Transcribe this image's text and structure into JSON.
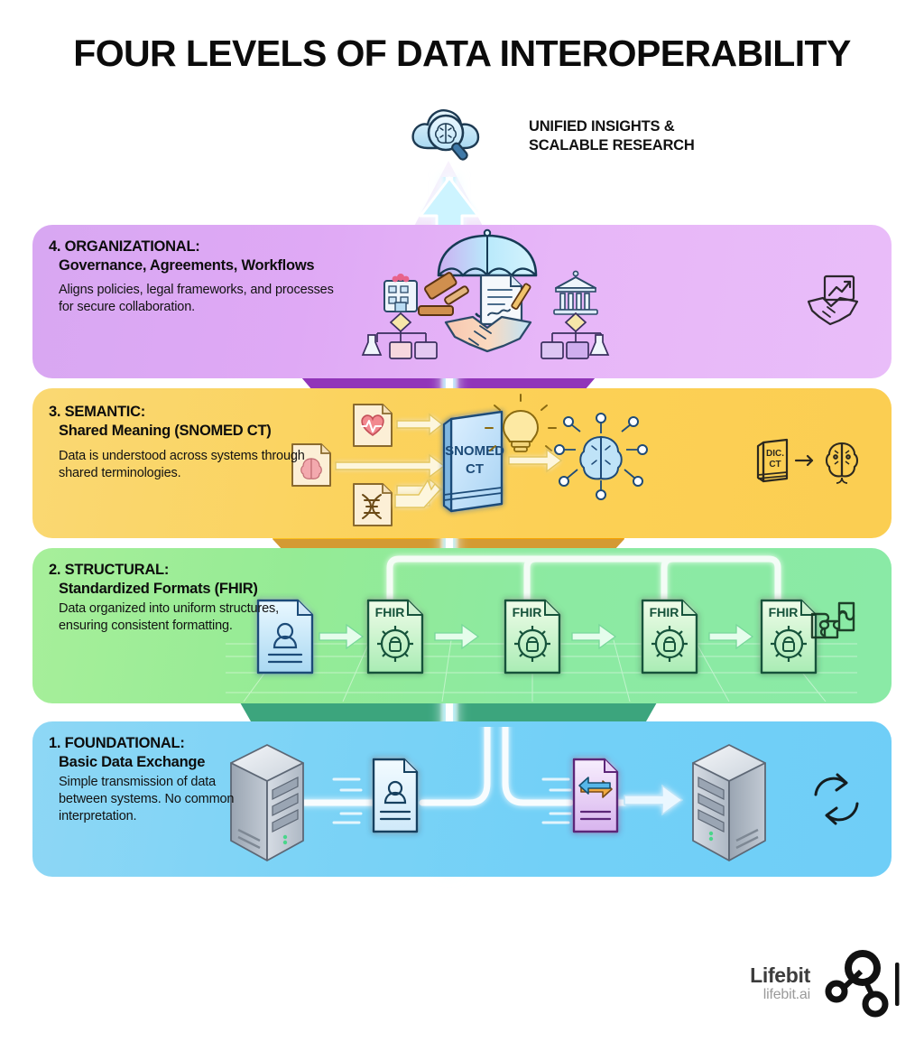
{
  "title": "FOUR LEVELS OF DATA INTEROPERABILITY",
  "apex": {
    "icon": "cloud-magnifier-brain-icon",
    "label_line1": "UNIFIED INSIGHTS &",
    "label_line2": "SCALABLE RESEARCH"
  },
  "levels": [
    {
      "number": "4.",
      "name": "ORGANIZATIONAL:",
      "subtitle": "Governance, Agreements, Workflows",
      "description": "Aligns policies, legal frameworks, and processes for secure collaboration.",
      "badge_icon": "handshake-growth-chart-icon",
      "band_color": "#dfa9f5",
      "pyramid_color": "#a12fd6",
      "art_icons": [
        "umbrella-icon",
        "gavel-icon",
        "signed-contract-icon",
        "handshake-icon",
        "hospital-icon",
        "government-building-icon",
        "workflow-diagram-icon"
      ]
    },
    {
      "number": "3.",
      "name": "SEMANTIC:",
      "subtitle": "Shared Meaning (SNOMED CT)",
      "description": "Data is understood across systems through shared terminologies.",
      "badge_icon": "dictionary-to-brain-icon",
      "badge_text": "DIC. CT",
      "band_color": "#fbd055",
      "pyramid_color": "#f5a400",
      "book_label_line1": "SNOMED",
      "book_label_line2": "CT",
      "art_icons": [
        "brain-document-icon",
        "heart-ecg-document-icon",
        "dna-document-icon",
        "snomed-ct-book-icon",
        "lightbulb-icon",
        "ai-brain-network-icon"
      ]
    },
    {
      "number": "2.",
      "name": "STRUCTURAL:",
      "subtitle": "Standardized Formats (FHIR)",
      "description": "Data organized into uniform structures, ensuring consistent formatting.",
      "badge_icon": "puzzle-pieces-icon",
      "band_color": "#8ceaa2",
      "pyramid_color": "#15c07a",
      "resource_label": "FHIR",
      "resource_count": 4,
      "art_icons": [
        "patient-record-document-icon",
        "fhir-document-icon",
        "gear-lock-icon",
        "arrow-right-icon"
      ]
    },
    {
      "number": "1.",
      "name": "FOUNDATIONAL:",
      "subtitle": "Basic Data Exchange",
      "description": "Simple transmission of data between systems. No common interpretation.",
      "badge_icon": "sync-arrows-icon",
      "band_color": "#72d0f7",
      "pyramid_color": "#0aa8e8",
      "art_icons": [
        "server-icon",
        "patient-record-document-icon",
        "data-exchange-document-icon",
        "server-icon",
        "arrow-right-icon"
      ]
    }
  ],
  "footer": {
    "brand_name": "Lifebit",
    "brand_url": "lifebit.ai",
    "logo_icon": "lifebit-node-graph-logo"
  }
}
